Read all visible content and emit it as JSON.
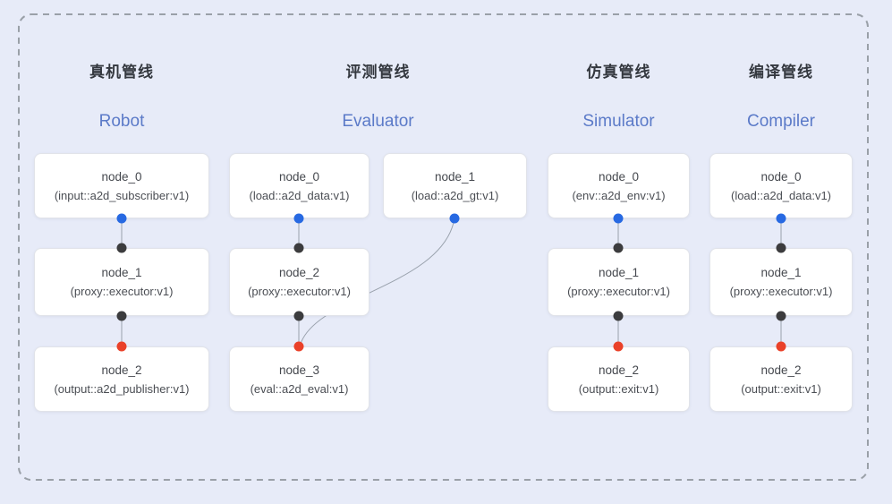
{
  "diagram": {
    "pipelines": [
      {
        "title": "真机管线",
        "subtitle": "Robot",
        "nodes": [
          {
            "name": "node_0",
            "type": "(input::a2d_subscriber:v1)"
          },
          {
            "name": "node_1",
            "type": "(proxy::executor:v1)"
          },
          {
            "name": "node_2",
            "type": "(output::a2d_publisher:v1)"
          }
        ]
      },
      {
        "title": "评测管线",
        "subtitle": "Evaluator",
        "nodes": [
          {
            "name": "node_0",
            "type": "(load::a2d_data:v1)"
          },
          {
            "name": "node_1",
            "type": "(load::a2d_gt:v1)"
          },
          {
            "name": "node_2",
            "type": "(proxy::executor:v1)"
          },
          {
            "name": "node_3",
            "type": "(eval::a2d_eval:v1)"
          }
        ]
      },
      {
        "title": "仿真管线",
        "subtitle": "Simulator",
        "nodes": [
          {
            "name": "node_0",
            "type": "(env::a2d_env:v1)"
          },
          {
            "name": "node_1",
            "type": "(proxy::executor:v1)"
          },
          {
            "name": "node_2",
            "type": "(output::exit:v1)"
          }
        ]
      },
      {
        "title": "编译管线",
        "subtitle": "Compiler",
        "nodes": [
          {
            "name": "node_0",
            "type": "(load::a2d_data:v1)"
          },
          {
            "name": "node_1",
            "type": "(proxy::executor:v1)"
          },
          {
            "name": "node_2",
            "type": "(output::exit:v1)"
          }
        ]
      }
    ],
    "connections": [
      {
        "from": "robot.node_0",
        "to": "robot.node_1"
      },
      {
        "from": "robot.node_1",
        "to": "robot.node_2"
      },
      {
        "from": "evaluator.node_0",
        "to": "evaluator.node_2"
      },
      {
        "from": "evaluator.node_1",
        "to": "evaluator.node_3"
      },
      {
        "from": "evaluator.node_2",
        "to": "evaluator.node_3"
      },
      {
        "from": "simulator.node_0",
        "to": "simulator.node_1"
      },
      {
        "from": "simulator.node_1",
        "to": "simulator.node_2"
      },
      {
        "from": "compiler.node_0",
        "to": "compiler.node_1"
      },
      {
        "from": "compiler.node_1",
        "to": "compiler.node_2"
      }
    ],
    "colors": {
      "background": "#e7ebf8",
      "frame_dash": "#9aa0a8",
      "title_dark": "#34383f",
      "subtitle_blue": "#5b7ac8",
      "output_port_blue": "#2769e2",
      "input_port_black": "#3c3c3e",
      "terminal_port_red": "#ea4129",
      "wire_gray": "#9aa2ad"
    }
  }
}
